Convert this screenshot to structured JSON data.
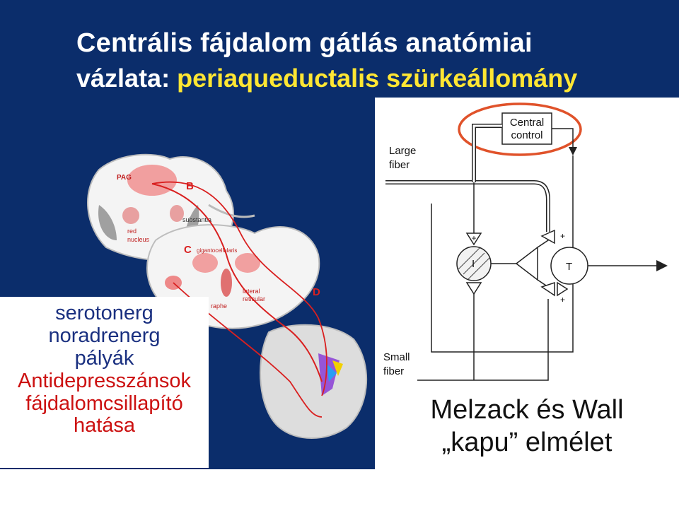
{
  "title": {
    "line1": "Centrális fájdalom gátlás anatómiai",
    "line2_prefix": "vázlata:",
    "line2_accent": "periaqueductalis szürkeállomány"
  },
  "brain_diagram": {
    "label_pag": "PAG",
    "label_b": "B",
    "label_c": "C",
    "label_d": "D",
    "label_substantia": "substantia",
    "label_red_nucleus_1": "red",
    "label_red_nucleus_2": "nucleus",
    "label_gigantocellularis": "gigantocellularis",
    "label_lateral_1": "lateral",
    "label_lateral_2": "reticular",
    "label_raphe": "raphe"
  },
  "gate_diagram": {
    "central_control_1": "Central",
    "central_control_2": "control",
    "large_fiber_1": "Large",
    "large_fiber_2": "fiber",
    "small_fiber_1": "Small",
    "small_fiber_2": "fiber",
    "inter_neuron": "I",
    "transmission": "T",
    "plus": "+",
    "minus": "−"
  },
  "left_box": {
    "line1": "serotonerg",
    "line2": "noradrenerg",
    "line3": "pályák",
    "line4": "Antidepresszánsok",
    "line5": "fájdalomcsillapító",
    "line6": "hatása"
  },
  "caption": {
    "line1": "Melzack és Wall",
    "line2": "„kapu” elmélet"
  },
  "colors": {
    "background": "#0b2d6b",
    "title": "#ffffff",
    "title_accent": "#ffe633",
    "highlight_ellipse": "#e0522a",
    "pathway": "#d92020",
    "left_text_blue": "#1a3080",
    "left_text_red": "#cc1111"
  }
}
